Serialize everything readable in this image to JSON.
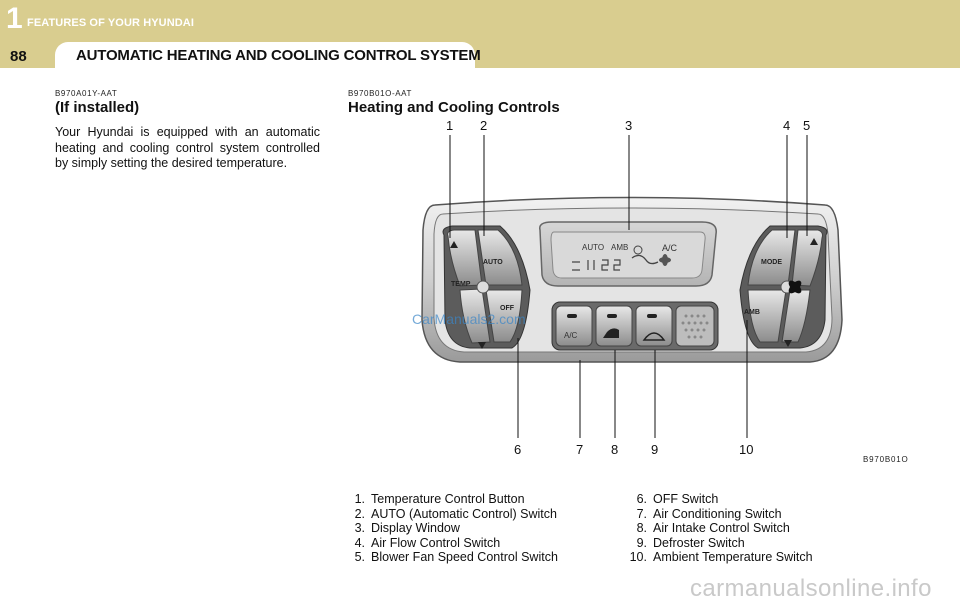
{
  "header": {
    "chapter_number": "1",
    "chapter_title": "FEATURES OF YOUR HYUNDAI",
    "page_number": "88",
    "section_title": "AUTOMATIC HEATING AND COOLING CONTROL SYSTEM"
  },
  "left_section": {
    "code": "B970A01Y-AAT",
    "heading": "(If installed)",
    "body": "Your Hyundai is equipped with an automatic heating and cooling control system controlled by simply setting the desired temperature."
  },
  "right_section": {
    "code": "B970B01O-AAT",
    "heading": "Heating and Cooling Controls"
  },
  "figure": {
    "callouts_top": [
      "1",
      "2",
      "3",
      "4",
      "5"
    ],
    "callouts_bottom": [
      "6",
      "7",
      "8",
      "9",
      "10"
    ],
    "panel_labels": {
      "auto": "AUTO",
      "temp": "TEMP",
      "off": "OFF",
      "mode": "MODE",
      "amb": "AMB",
      "ac_button": "A/C",
      "display_auto": "AUTO",
      "display_amb": "AMB",
      "display_ac": "A/C"
    },
    "watermark_mid": "CarManuals2.com",
    "caption": "B970B01O"
  },
  "list_left": [
    {
      "num": "1.",
      "text": "Temperature Control Button"
    },
    {
      "num": "2.",
      "text": "AUTO (Automatic Control) Switch"
    },
    {
      "num": "3.",
      "text": "Display Window"
    },
    {
      "num": "4.",
      "text": "Air Flow Control Switch"
    },
    {
      "num": "5.",
      "text": "Blower Fan Speed Control Switch"
    }
  ],
  "list_right": [
    {
      "num": "6.",
      "text": "OFF  Switch"
    },
    {
      "num": "7.",
      "text": "Air Conditioning Switch"
    },
    {
      "num": "8.",
      "text": "Air Intake Control Switch"
    },
    {
      "num": "9.",
      "text": "Defroster  Switch"
    },
    {
      "num": "10.",
      "text": "Ambient Temperature Switch"
    }
  ],
  "watermark_bottom": "carmanualsonline.info"
}
